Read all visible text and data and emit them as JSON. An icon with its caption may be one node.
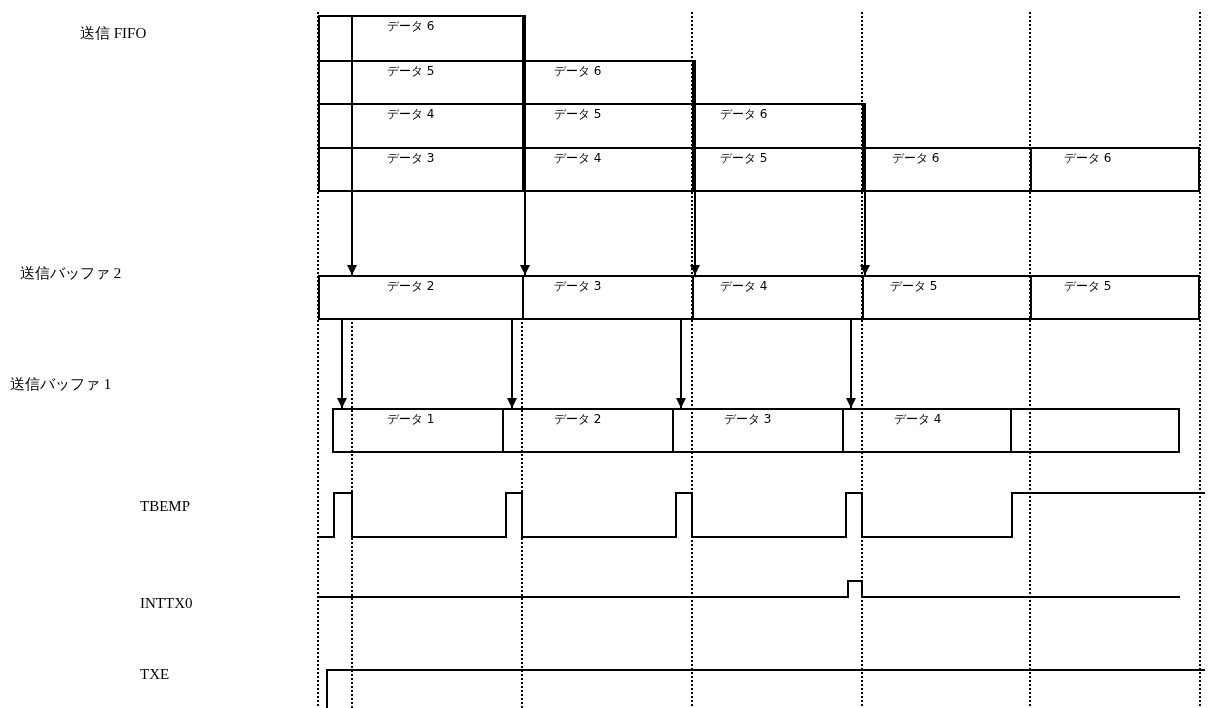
{
  "diagram": {
    "nodes": [
      {
        "text": [
          "データ 6"
        ]
      },
      {
        "text": [
          "データ 5"
        ]
      },
      {
        "text": [
          "データ 6"
        ]
      },
      {
        "text": [
          "データ 4"
        ]
      },
      {
        "text": [
          "データ 5"
        ]
      },
      {
        "text": [
          "データ 6"
        ]
      },
      {
        "text": [
          "データ 3"
        ]
      },
      {
        "text": [
          "データ 4"
        ]
      },
      {
        "text": [
          "データ 5"
        ]
      },
      {
        "text": [
          "データ 6"
        ]
      },
      {
        "text": [
          "データ 6"
        ]
      },
      {
        "text": [
          "データ 2"
        ]
      },
      {
        "text": [
          "データ 3"
        ]
      },
      {
        "text": [
          "データ 4"
        ]
      },
      {
        "text": [
          "データ 5"
        ]
      },
      {
        "text": [
          "データ 5"
        ]
      },
      {
        "text": [
          "データ 1"
        ]
      },
      {
        "text": [
          "データ 2"
        ]
      },
      {
        "text": [
          "データ 3"
        ]
      },
      {
        "text": [
          "データ 4"
        ]
      },
      {
        "text": [],
        "shape": "box"
      }
    ],
    "edges": [
      {
        "from": 6,
        "to": 11,
        "arrow": "to"
      },
      {
        "from": 0,
        "to": 12,
        "arrow": "to"
      },
      {
        "from": 2,
        "to": 13,
        "arrow": "to"
      },
      {
        "from": 5,
        "to": 14,
        "arrow": "to"
      },
      {
        "from": 11,
        "to": 16,
        "arrow": "to"
      },
      {
        "from": 11,
        "to": 17,
        "arrow": "to"
      },
      {
        "from": 12,
        "to": 18,
        "arrow": "to"
      },
      {
        "from": 13,
        "to": 19,
        "arrow": "to"
      }
    ],
    "labels": [
      "送信 FIFO",
      "送信バッファ 2",
      "送信バッファ 1",
      "TBEMP",
      "INTTX0",
      "TXE"
    ]
  }
}
